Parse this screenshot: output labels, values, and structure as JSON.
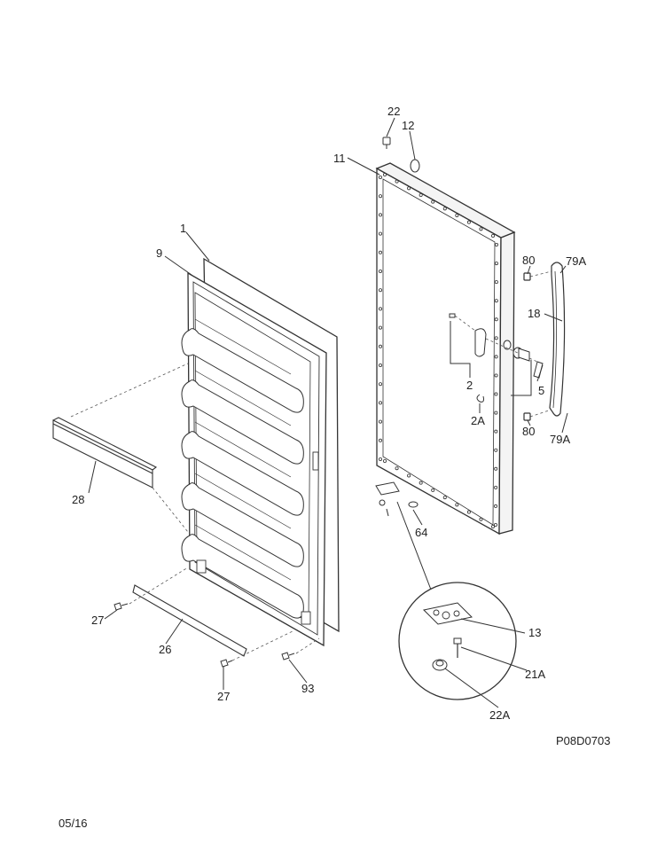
{
  "diagram": {
    "drawing_code": "P08D0703",
    "date": "05/16",
    "part_labels": [
      {
        "id": "22",
        "text": "22"
      },
      {
        "id": "12",
        "text": "12"
      },
      {
        "id": "11",
        "text": "11"
      },
      {
        "id": "1",
        "text": "1"
      },
      {
        "id": "9",
        "text": "9"
      },
      {
        "id": "80-top",
        "text": "80"
      },
      {
        "id": "79A-top",
        "text": "79A"
      },
      {
        "id": "18",
        "text": "18"
      },
      {
        "id": "2",
        "text": "2"
      },
      {
        "id": "5",
        "text": "5"
      },
      {
        "id": "2A",
        "text": "2A"
      },
      {
        "id": "80-bottom",
        "text": "80"
      },
      {
        "id": "79A-bottom",
        "text": "79A"
      },
      {
        "id": "28",
        "text": "28"
      },
      {
        "id": "64",
        "text": "64"
      },
      {
        "id": "13",
        "text": "13"
      },
      {
        "id": "21A",
        "text": "21A"
      },
      {
        "id": "22A",
        "text": "22A"
      },
      {
        "id": "27-left",
        "text": "27"
      },
      {
        "id": "26",
        "text": "26"
      },
      {
        "id": "27-bottom",
        "text": "27"
      },
      {
        "id": "93",
        "text": "93"
      }
    ]
  }
}
